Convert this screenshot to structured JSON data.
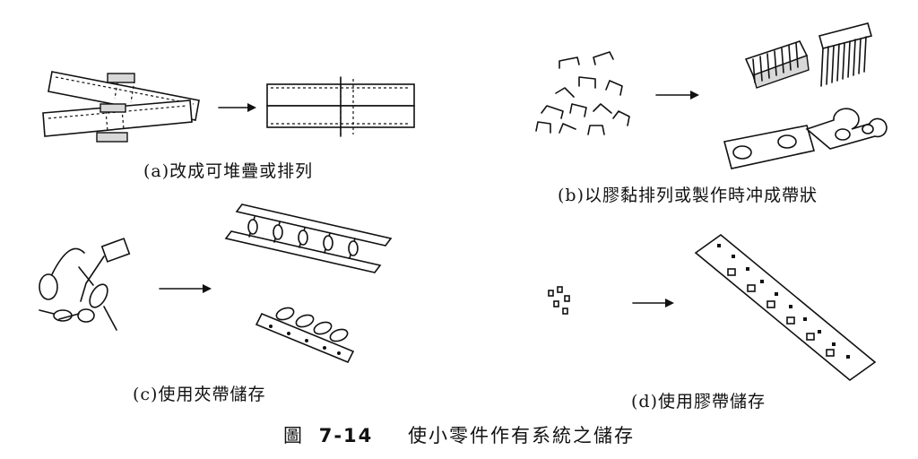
{
  "panels": {
    "a": {
      "caption": "(a)改成可堆疊或排列"
    },
    "b": {
      "caption": "(b)以膠黏排列或製作時冲成帶狀"
    },
    "c": {
      "caption": "(c)使用夾帶儲存"
    },
    "d": {
      "caption": "(d)使用膠帶儲存"
    }
  },
  "figure": {
    "label": "圖",
    "number": "7-14",
    "title": "使小零件作有系統之儲存"
  }
}
